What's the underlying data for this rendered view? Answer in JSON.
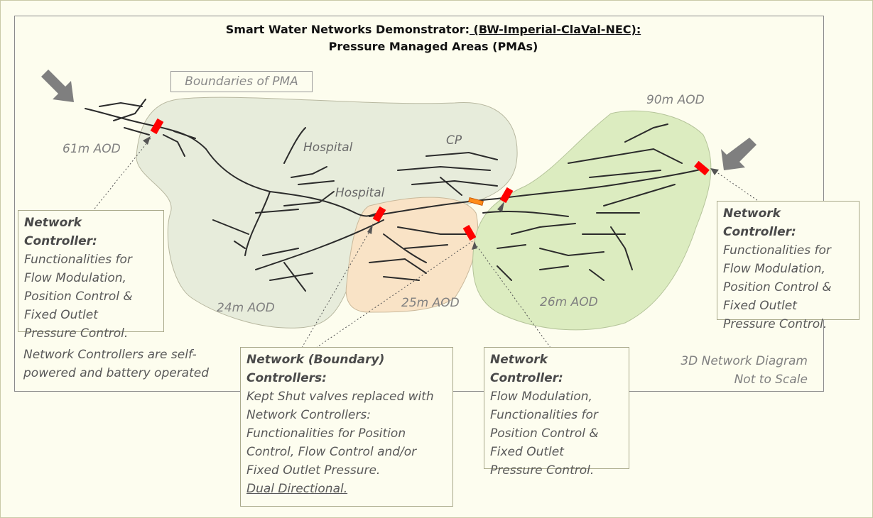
{
  "title": {
    "line1_a": "Smart Water Networks Demonstrator:",
    "line1_b": " (BW-Imperial-ClaVal-NEC):",
    "line2": "Pressure Managed Areas (PMAs)"
  },
  "labels": {
    "boundaries": "Boundaries of PMA",
    "aod_61": "61m AOD",
    "aod_90": "90m AOD",
    "aod_24": "24m AOD",
    "aod_25": "25m AOD",
    "aod_26": "26m AOD",
    "hospital_1": "Hospital",
    "hospital_2": "Hospital",
    "cp": "CP"
  },
  "boxes": {
    "left": {
      "heading": "Network Controller:",
      "lines": [
        "Functionalities for",
        "Flow Modulation,",
        "Position Control &",
        "Fixed Outlet",
        "Pressure Control."
      ]
    },
    "right": {
      "heading": "Network Controller:",
      "lines": [
        "Functionalities for",
        "Flow Modulation,",
        "Position Control &",
        "Fixed Outlet",
        "Pressure Control."
      ]
    },
    "boundary": {
      "heading1": "Network (Boundary)",
      "heading2": "Controllers:",
      "lines": [
        "Kept Shut valves replaced with",
        "Network Controllers:",
        "Functionalities for Position",
        "Control, Flow Control and/or",
        "Fixed Outlet Pressure."
      ],
      "underlined": "Dual Directional."
    },
    "middle": {
      "heading": "Network Controller:",
      "lines": [
        "Flow Modulation,",
        "Functionalities for",
        "Position Control &",
        "Fixed Outlet",
        "Pressure Control."
      ]
    }
  },
  "notes": {
    "left_1": "Network Controllers are self-",
    "left_2": "powered and battery operated",
    "scale_1": "3D Network Diagram",
    "scale_2": "Not to Scale"
  },
  "colors": {
    "pma_24": "#e7ecdb",
    "pma_25": "#f9e3c6",
    "pma_26": "#dcecc0",
    "controller": "#ff0000",
    "boundary_valve": "#ff8c1a",
    "pipe": "#2b2b2b",
    "inflow_arrow": "#7f7f7f"
  }
}
